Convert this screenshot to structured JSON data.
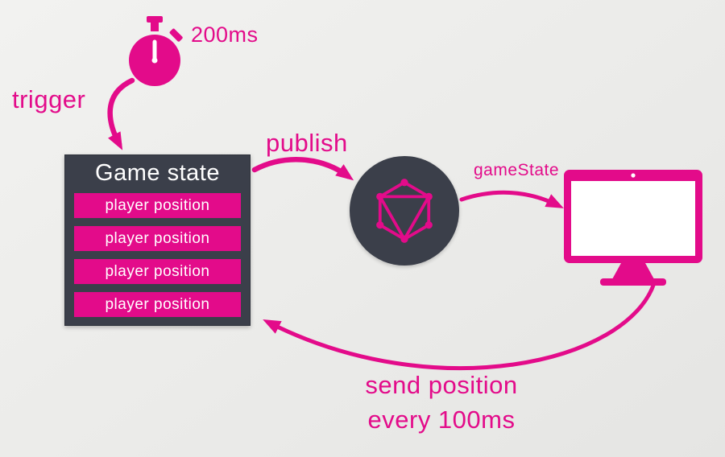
{
  "colors": {
    "magenta": "#e30b8a",
    "dark": "#3b3f4a",
    "bg": "#ececea"
  },
  "timer": {
    "interval": "200ms"
  },
  "labels": {
    "trigger": "trigger",
    "publish": "publish",
    "game_state_channel": "gameState",
    "send_line1": "send position",
    "send_line2": "every 100ms"
  },
  "game_state": {
    "title": "Game state",
    "rows": [
      "player position",
      "player position",
      "player position",
      "player position"
    ]
  },
  "icons": {
    "timer": "stopwatch-icon",
    "broker": "graphql-icon",
    "client": "monitor-icon"
  }
}
